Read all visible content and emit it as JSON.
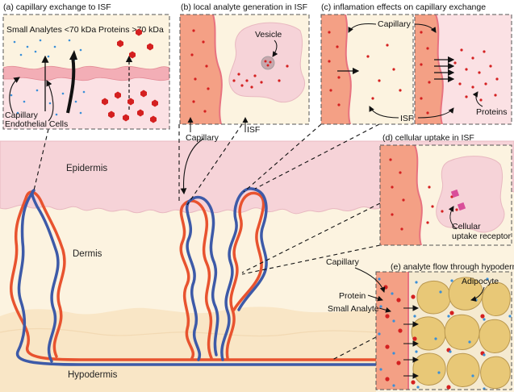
{
  "layers": {
    "epidermis": "Epidermis",
    "dermis": "Dermis",
    "hypodermis": "Hypodermis"
  },
  "panel_a": {
    "title": "(a) capillary exchange to ISF",
    "small_analytes": "Small Analytes <70 kDa",
    "proteins": "Proteins >70 kDa",
    "capillary": "Capillary",
    "endothelial": "Endothelial Cells"
  },
  "panel_b": {
    "title": "(b) local analyte generation in ISF",
    "vesicle": "Vesicle",
    "capillary": "Capillary",
    "isf": "ISF"
  },
  "panel_c": {
    "title": "(c) inflamation effects on capillary exchange",
    "capillary": "Capillary",
    "proteins": "Proteins",
    "isf": "ISF"
  },
  "panel_d": {
    "title": "(d) cellular uptake in ISF",
    "receptor_line1": "Cellular",
    "receptor_line2": "uptake receptor"
  },
  "panel_e": {
    "title": "(e) analyte flow through hypodermis",
    "capillary": "Capillary",
    "protein": "Protein",
    "small_analyte": "Small Analyte",
    "adipocyte": "Adipocyte"
  },
  "colors": {
    "epidermis": "#f6d3d8",
    "dermis": "#fcf3e0",
    "hypodermis": "#f9e6c6",
    "artery": "#e8532f",
    "vein": "#3d5aa8",
    "capillary_wall": "#f4a085",
    "protein": "#d42020",
    "small_analyte": "#3a8fd8",
    "adipocyte": "#e8c877"
  }
}
